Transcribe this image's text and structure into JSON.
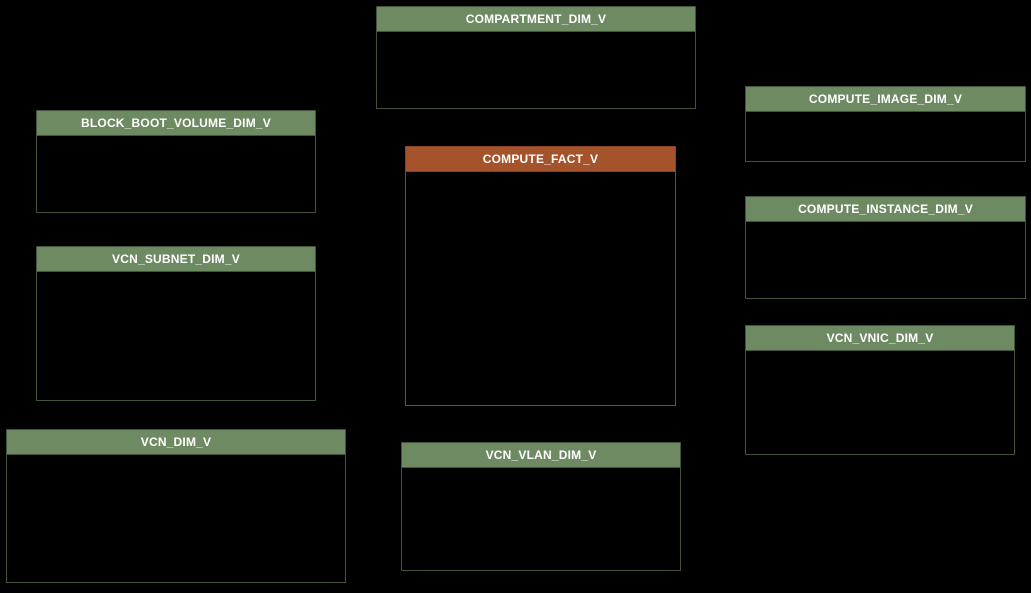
{
  "diagram": {
    "kind": "star-schema-entity-diagram",
    "background_color": "#000000",
    "colors": {
      "dimension_header_bg": "#6e8a62",
      "dimension_border": "#44543a",
      "fact_header_bg": "#a5532a",
      "fact_border": "#8b4423",
      "header_text": "#ffffff",
      "table_body_bg": "#000000"
    },
    "tables": [
      {
        "name": "COMPARTMENT_DIM_V",
        "role": "dimension"
      },
      {
        "name": "BLOCK_BOOT_VOLUME_DIM_V",
        "role": "dimension"
      },
      {
        "name": "COMPUTE_IMAGE_DIM_V",
        "role": "dimension"
      },
      {
        "name": "COMPUTE_FACT_V",
        "role": "fact"
      },
      {
        "name": "COMPUTE_INSTANCE_DIM_V",
        "role": "dimension"
      },
      {
        "name": "VCN_SUBNET_DIM_V",
        "role": "dimension"
      },
      {
        "name": "VCN_VNIC_DIM_V",
        "role": "dimension"
      },
      {
        "name": "VCN_DIM_V",
        "role": "dimension"
      },
      {
        "name": "VCN_VLAN_DIM_V",
        "role": "dimension"
      }
    ]
  }
}
